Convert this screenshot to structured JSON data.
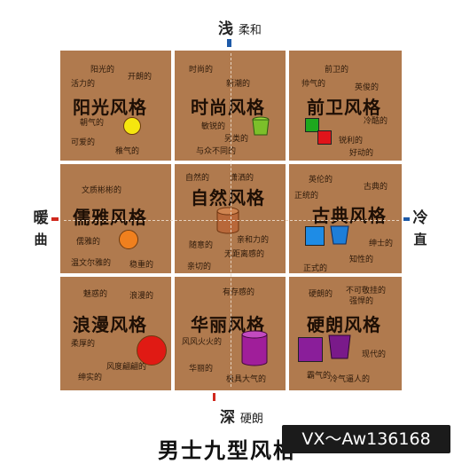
{
  "axes": {
    "top": {
      "main": "浅",
      "sub": "柔和"
    },
    "bottom": {
      "main": "深",
      "sub": "硬朗"
    },
    "left": {
      "line1": "暖",
      "line2": "曲"
    },
    "right": {
      "line1": "冷",
      "line2": "直"
    }
  },
  "colors": {
    "cell_bg": "#b07a4e",
    "axis_blue": "#1e5aa8",
    "axis_red": "#d0281e"
  },
  "cells": [
    {
      "title": "阳光风格",
      "keywords": [
        "阳光的",
        "开朗的",
        "活力的",
        "朝气的",
        "可爱的",
        "稚气的"
      ]
    },
    {
      "title": "时尚风格",
      "keywords": [
        "时尚的",
        "新潮的",
        "敏锐的",
        "另类的",
        "与众不同的"
      ]
    },
    {
      "title": "前卫风格",
      "keywords": [
        "前卫的",
        "帅气的",
        "英俊的",
        "冷酷的",
        "锐利的",
        "好动的"
      ]
    },
    {
      "title": "儒雅风格",
      "keywords": [
        "文质彬彬的",
        "儒雅的",
        "温文尔雅的",
        "稳重的"
      ]
    },
    {
      "title": "自然风格",
      "keywords": [
        "自然的",
        "潇洒的",
        "随意的",
        "亲和力的",
        "无距离感的",
        "亲切的"
      ]
    },
    {
      "title": "古典风格",
      "keywords": [
        "英伦的",
        "古典的",
        "正统的",
        "绅士的",
        "正式的",
        "知性的"
      ]
    },
    {
      "title": "浪漫风格",
      "keywords": [
        "魅惑的",
        "浪漫的",
        "柔厚的",
        "风度翩翩的",
        "绅实的"
      ]
    },
    {
      "title": "华丽风格",
      "keywords": [
        "有存感的",
        "风风火火的",
        "华丽的",
        "极具大气的"
      ]
    },
    {
      "title": "硬朗风格",
      "keywords": [
        "硬朗的",
        "不可敬挂的",
        "强悍的",
        "现代的",
        "霸气的",
        "冷气逼人的"
      ]
    }
  ],
  "bottom_title": "男士九型风格",
  "watermark": "VX～Aw136168"
}
